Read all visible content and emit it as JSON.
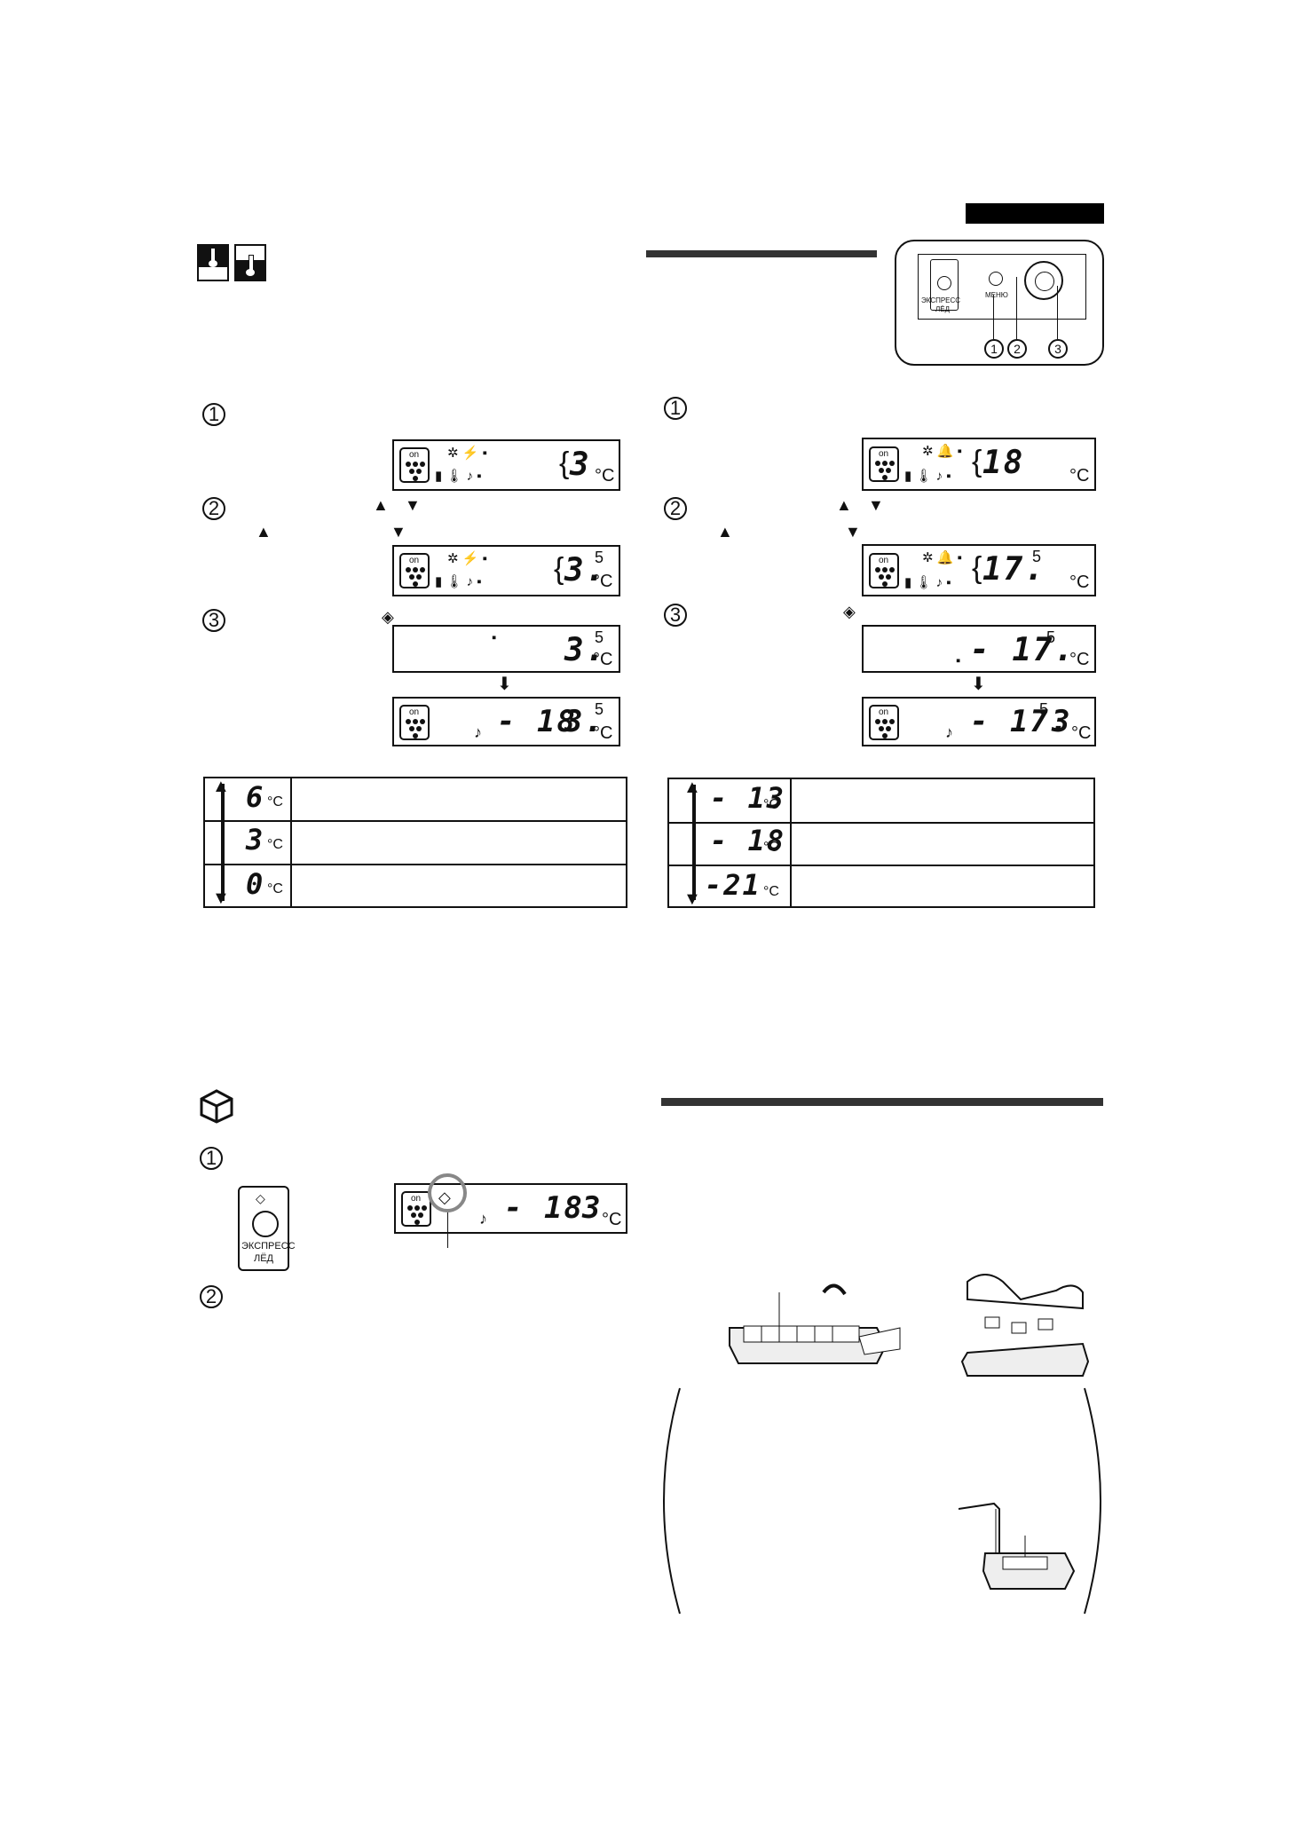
{
  "header": {
    "tab_color": "#000000"
  },
  "control_panel": {
    "express_label_1": "ЭКСПРЕСС",
    "express_label_2": "ЛЁД",
    "menu_label": "МЕНЮ",
    "callouts": [
      "1",
      "2",
      "3"
    ]
  },
  "steps": [
    "1",
    "2",
    "3"
  ],
  "arrows": {
    "up": "▲",
    "down": "▼",
    "down_block": "⬇",
    "enter": "◈"
  },
  "fridge": {
    "lcd1": {
      "value": "3",
      "unit": "°C"
    },
    "lcd2": {
      "value": "3.",
      "sup": "5",
      "unit": "°C"
    },
    "lcd3": {
      "value": "3.",
      "sup": "5",
      "unit": "°C"
    },
    "lcd4": {
      "freezer": "- 18",
      "value": "3.",
      "sup": "5",
      "unit": "°C"
    },
    "table": [
      {
        "value": "6",
        "unit": "°C"
      },
      {
        "value": "3",
        "unit": "°C"
      },
      {
        "value": "0",
        "unit": "°C"
      }
    ]
  },
  "freezer": {
    "lcd1": {
      "value": "18",
      "unit": "°C"
    },
    "lcd2": {
      "value": "17.",
      "sup": "5",
      "unit": "°C"
    },
    "lcd3": {
      "value": "- 17.",
      "sup": "5",
      "unit": "°C"
    },
    "lcd4": {
      "value": "- 17.",
      "sup": "5",
      "fridge": "3",
      "unit": "°C"
    },
    "table": [
      {
        "value": "- 13",
        "unit": "°C"
      },
      {
        "value": "- 18",
        "unit": "°C"
      },
      {
        "value": "-21",
        "unit": "°C"
      }
    ]
  },
  "express_ice": {
    "button_label_1": "ЭКСПРЕСС",
    "button_label_2": "ЛЁД",
    "lcd": {
      "freezer": "- 18",
      "fridge": "3",
      "unit": "°C"
    }
  },
  "lcd_on": "on"
}
